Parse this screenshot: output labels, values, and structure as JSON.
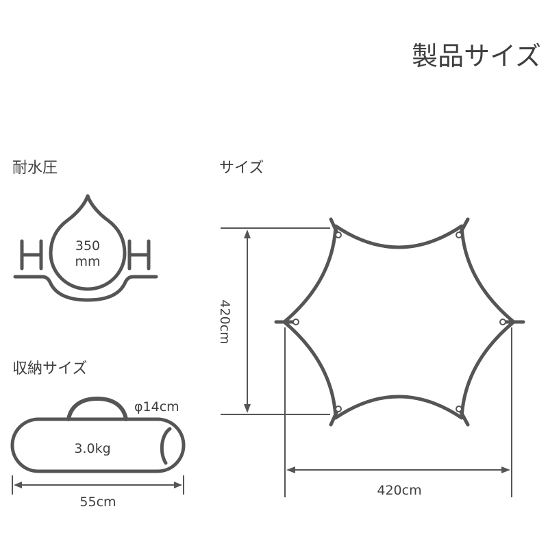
{
  "title": "製品サイズ",
  "water_pressure": {
    "label": "耐水圧",
    "value": "350",
    "unit": "mm"
  },
  "storage": {
    "label": "収納サイズ",
    "diameter": "φ14cm",
    "weight": "3.0kg",
    "length": "55cm"
  },
  "size": {
    "label": "サイズ",
    "height": "420cm",
    "width": "420cm"
  },
  "colors": {
    "stroke": "#555555",
    "text": "#3e3e3e",
    "background": "#ffffff"
  }
}
